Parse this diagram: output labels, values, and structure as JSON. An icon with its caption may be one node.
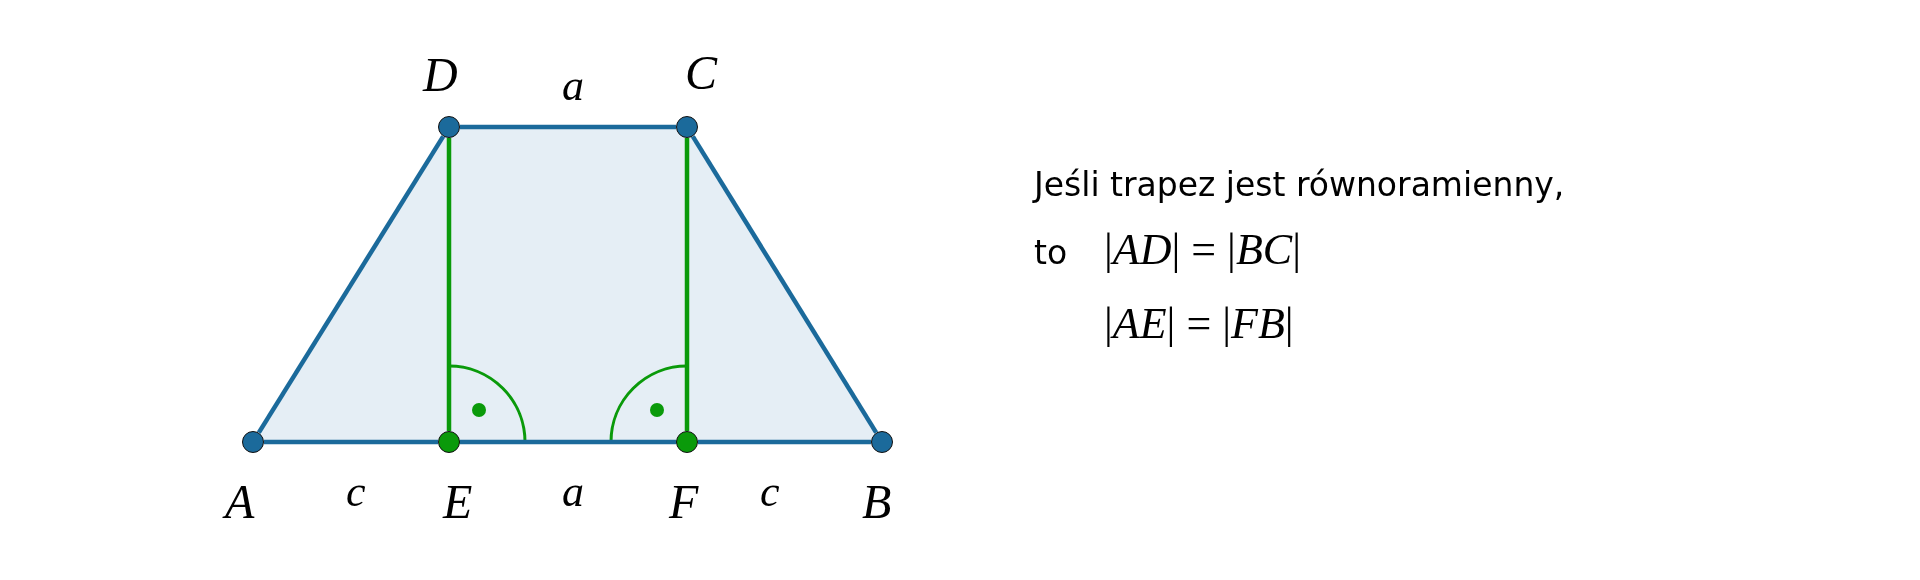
{
  "diagram": {
    "nodes": [
      {
        "text": [],
        "shape": "circle",
        "beside": [
          "D"
        ]
      },
      {
        "text": [],
        "shape": "circle",
        "beside": [
          "C"
        ]
      },
      {
        "text": [],
        "shape": "circle",
        "beside": [
          "A"
        ]
      },
      {
        "text": [],
        "shape": "circle",
        "beside": [
          "E"
        ]
      },
      {
        "text": [],
        "shape": "circle",
        "beside": [
          "F"
        ]
      },
      {
        "text": [],
        "shape": "circle",
        "beside": [
          "B"
        ]
      }
    ],
    "edges": [
      {
        "from": 0,
        "to": 1,
        "arrow": "none"
      },
      {
        "from": 2,
        "to": 0,
        "arrow": "none"
      },
      {
        "from": 1,
        "to": 5,
        "arrow": "none"
      },
      {
        "from": 2,
        "to": 3,
        "arrow": "none"
      },
      {
        "from": 3,
        "to": 4,
        "arrow": "none"
      },
      {
        "from": 4,
        "to": 5,
        "arrow": "none"
      },
      {
        "from": 0,
        "to": 3,
        "arrow": "none",
        "color": "#0a9a0a"
      },
      {
        "from": 1,
        "to": 4,
        "arrow": "none",
        "color": "#0a9a0a"
      }
    ],
    "labels": [
      "a",
      "c",
      "a",
      "c",
      "Jeśli trapez jest równoramienny,",
      "to",
      "|*AD*| = |*BC*|",
      "|*AE*| = |*FB*|"
    ]
  }
}
